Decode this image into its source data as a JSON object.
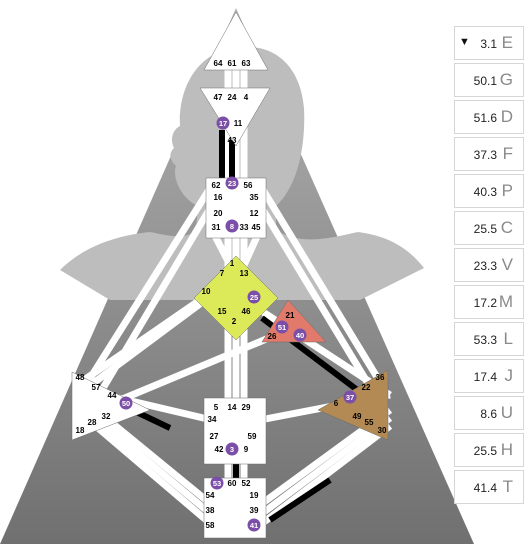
{
  "colors": {
    "silhouette": "#b9b9b9",
    "background_gray_top": "#9f9f9f",
    "background_gray_bottom": "#6f6f6f",
    "active_gate": "#7b4fa8",
    "ajna": "#dcea5a",
    "spleen_solar": "#b38a54",
    "ego": "#e27a6c",
    "center_white": "#ffffff",
    "channel_active": "#000000"
  },
  "centers": {
    "head": {
      "gates": [
        "64",
        "61",
        "63"
      ]
    },
    "ajna": {
      "gates": [
        "47",
        "24",
        "4",
        "17",
        "11",
        "43"
      ]
    },
    "throat": {
      "gates": [
        "62",
        "23",
        "56",
        "16",
        "35",
        "20",
        "12",
        "31",
        "8",
        "33",
        "45"
      ]
    },
    "g": {
      "gates": [
        "1",
        "7",
        "13",
        "10",
        "25",
        "15",
        "46",
        "2"
      ]
    },
    "ego": {
      "gates": [
        "21",
        "51",
        "26",
        "40"
      ]
    },
    "spleen": {
      "gates": [
        "48",
        "57",
        "44",
        "50",
        "32",
        "28",
        "18"
      ]
    },
    "sacral": {
      "gates": [
        "5",
        "14",
        "29",
        "34",
        "27",
        "59",
        "42",
        "3",
        "9"
      ]
    },
    "root": {
      "gates": [
        "53",
        "60",
        "52",
        "54",
        "19",
        "38",
        "39",
        "58",
        "41"
      ]
    },
    "solar_plexus": {
      "gates": [
        "36",
        "22",
        "37",
        "6",
        "49",
        "55",
        "30"
      ]
    }
  },
  "active_gates": [
    "17",
    "23",
    "8",
    "25",
    "51",
    "40",
    "50",
    "3",
    "53",
    "41",
    "37"
  ],
  "planet_panel": [
    {
      "value": "3.1",
      "letter": "E",
      "arrow": "▼"
    },
    {
      "value": "50.1",
      "letter": "G"
    },
    {
      "value": "51.6",
      "letter": "D"
    },
    {
      "value": "37.3",
      "letter": "F"
    },
    {
      "value": "40.3",
      "letter": "P"
    },
    {
      "value": "25.5",
      "letter": "C"
    },
    {
      "value": "23.3",
      "letter": "V"
    },
    {
      "value": "17.2",
      "letter": "M"
    },
    {
      "value": "53.3",
      "letter": "L"
    },
    {
      "value": "17.4",
      "letter": "J"
    },
    {
      "value": "8.6",
      "letter": "U"
    },
    {
      "value": "25.5",
      "letter": "H"
    },
    {
      "value": "41.4",
      "letter": "T"
    }
  ]
}
